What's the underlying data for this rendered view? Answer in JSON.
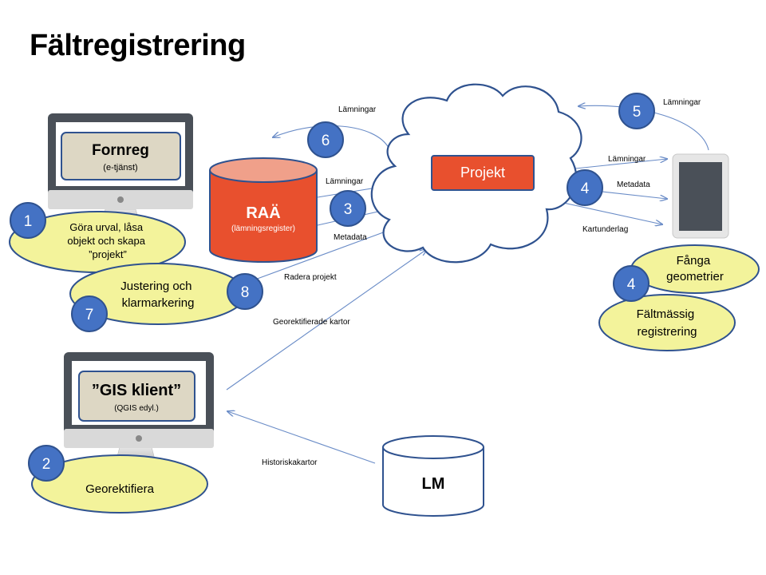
{
  "title": "Fältregistrering",
  "computers": {
    "fornreg": {
      "name": "Fornreg",
      "sub": "(e-tjänst)"
    },
    "gis": {
      "name": "”GIS klient”",
      "sub": "(QGIS edyl.)"
    }
  },
  "databases": {
    "raa": {
      "name": "RAÄ",
      "sub": "(lämningsregister)"
    },
    "lm": {
      "name": "LM"
    }
  },
  "project_box": "Projekt",
  "bubbles": {
    "b1": [
      "Göra urval, låsa",
      "objekt och skapa",
      "”projekt”"
    ],
    "b78": [
      "Justering och",
      "klarmarkering"
    ],
    "b2": [
      "Georektifiera"
    ],
    "b4a": [
      "Fånga",
      "geometrier"
    ],
    "b4b": [
      "Fältmässig",
      "registrering"
    ]
  },
  "steps": {
    "s1": "1",
    "s2": "2",
    "s3": "3",
    "s4_mid": "4",
    "s4_right": "4",
    "s5": "5",
    "s6": "6",
    "s7": "7",
    "s8": "8"
  },
  "arrow_labels": {
    "lamningar_raa_up": "Lämningar",
    "lamningar_raa_in": "Lämningar",
    "metadata_raa": "Metadata",
    "radera": "Radera projekt",
    "georekt": "Georektifierade kartor",
    "historiska": "Historiskakartor",
    "lamningar_tab_out": "Lämningar",
    "metadata_tab": "Metadata",
    "kartunderlag": "Kartunderlag",
    "lamningar_tab_back": "Lämningar"
  },
  "colors": {
    "circle_fill": "#4472c4",
    "circle_stroke": "#2f528f",
    "bubble_fill": "#f3f39b",
    "bubble_stroke": "#2f528f",
    "raa_fill": "#e8502e",
    "raa_top": "#f0a08a",
    "project_fill": "#e8502e",
    "cloud_stroke": "#2f528f",
    "arrow": "#6a8cc7",
    "screen_fill": "#ddd7c4",
    "monitor_bezel": "#4a5058"
  }
}
